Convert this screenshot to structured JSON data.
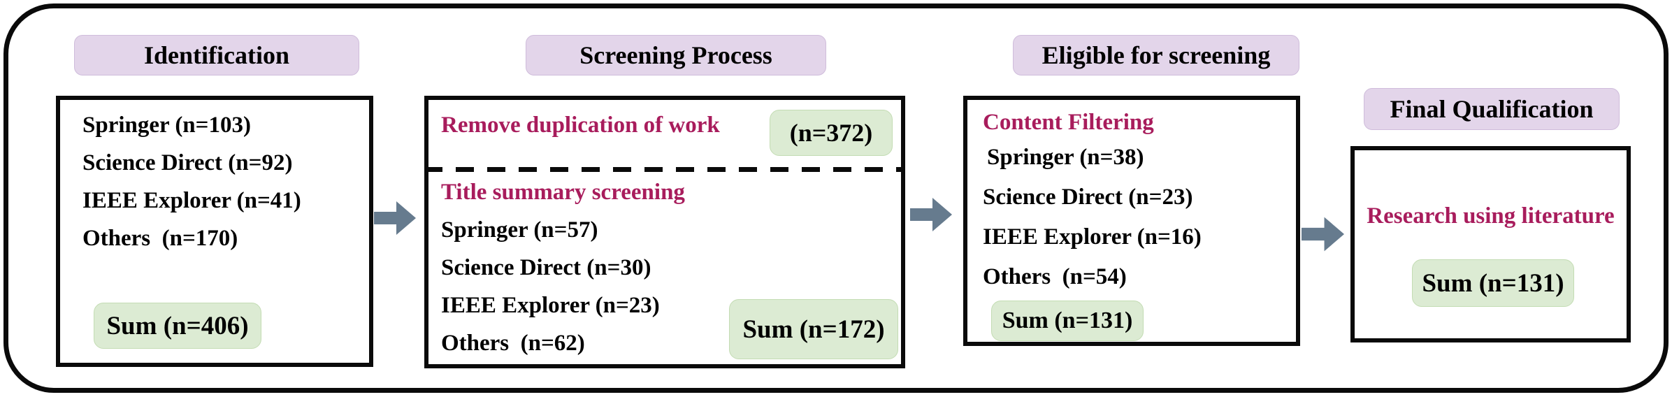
{
  "stages": [
    {
      "header": "Identification",
      "items": [
        "Springer (n=103)",
        "Science Direct (n=92)",
        "IEEE Explorer (n=41)",
        "Others  (n=170)"
      ],
      "sum": "Sum (n=406)"
    },
    {
      "header": "Screening Process",
      "remove_label": "Remove duplication of work",
      "remove_count": "(n=372)",
      "sub_label": "Title summary screening",
      "items": [
        "Springer (n=57)",
        "Science Direct (n=30)",
        "IEEE Explorer (n=23)",
        "Others  (n=62)"
      ],
      "sum": "Sum (n=172)"
    },
    {
      "header": "Eligible for screening",
      "sub_label": "Content Filtering",
      "items": [
        "Springer (n=38)",
        "Science Direct (n=23)",
        "IEEE Explorer (n=16)",
        "Others  (n=54)"
      ],
      "sum": "Sum (n=131)"
    },
    {
      "header": "Final Qualification",
      "sub_label": "Research using literature",
      "sum": "Sum (n=131)"
    }
  ],
  "colors": {
    "header_pill_bg": "#E3D5EA",
    "sum_pill_bg": "#DCEBD3",
    "accent_text": "#A81C5C",
    "arrow": "#667B8E",
    "border": "#0A0A0A"
  }
}
